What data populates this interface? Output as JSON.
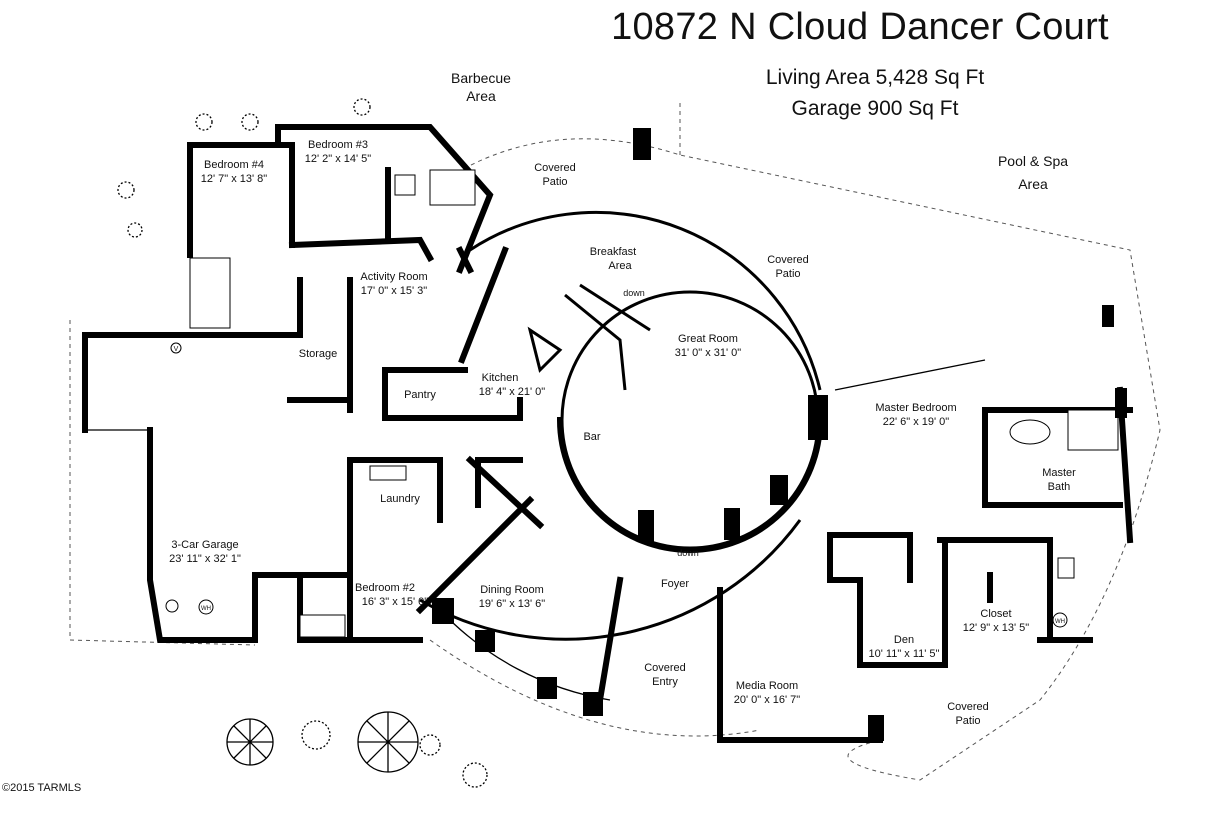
{
  "title": "10872 N Cloud Dancer Court",
  "living_area": "Living Area 5,428 Sq Ft",
  "garage_area": "Garage 900 Sq Ft",
  "copyright": "©2015 TARMLS",
  "rooms": {
    "barbecue": [
      "Barbecue",
      "Area"
    ],
    "pool": [
      "Pool & Spa",
      "Area"
    ],
    "covered_patio_top": [
      "Covered",
      "Patio"
    ],
    "covered_patio_mid": [
      "Covered",
      "Patio"
    ],
    "covered_patio_br": [
      "Covered",
      "Patio"
    ],
    "covered_entry": [
      "Covered",
      "Entry"
    ],
    "bedroom4": [
      "Bedroom #4",
      "12' 7\" x 13' 8\""
    ],
    "bedroom3": [
      "Bedroom #3",
      "12' 2\" x 14' 5\""
    ],
    "activity": [
      "Activity Room",
      "17' 0\" x 15' 3\""
    ],
    "storage": "Storage",
    "pantry": "Pantry",
    "breakfast": [
      "Breakfast",
      "Area"
    ],
    "kitchen": [
      "Kitchen",
      "18' 4\" x 21' 0\""
    ],
    "bar": "Bar",
    "great_room": [
      "Great Room",
      "31' 0\" x 31' 0\""
    ],
    "master_bedroom": [
      "Master Bedroom",
      "22' 6\" x 19' 0\""
    ],
    "master_bath": [
      "Master",
      "Bath"
    ],
    "laundry": "Laundry",
    "garage": [
      "3-Car Garage",
      "23' 11\" x 32' 1\""
    ],
    "bedroom2": [
      "Bedroom #2",
      "16' 3\" x 15' 0\""
    ],
    "dining": [
      "Dining Room",
      "19' 6\" x 13' 6\""
    ],
    "foyer": "Foyer",
    "media": [
      "Media Room",
      "20' 0\" x 16' 7\""
    ],
    "den": [
      "Den",
      "10' 11\" x 11' 5\""
    ],
    "closet": [
      "Closet",
      "12' 9\" x 13' 5\""
    ],
    "down1": "down",
    "down2": "down",
    "wh1": "WH",
    "wh2": "WH",
    "v": "V"
  }
}
